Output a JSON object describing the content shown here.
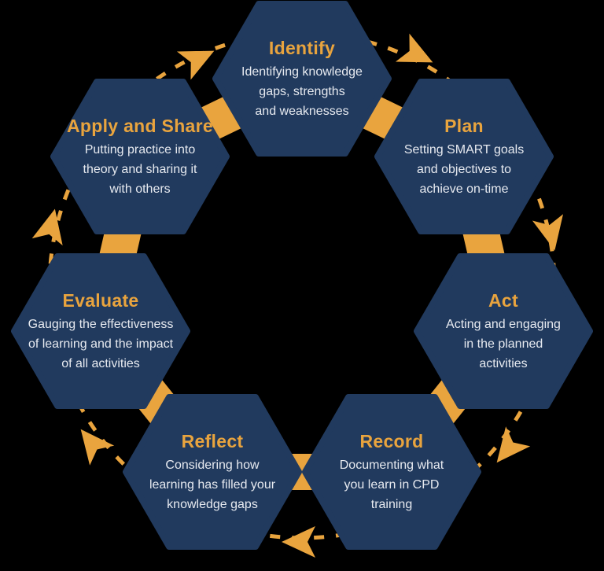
{
  "colors": {
    "hexagon_fill": "#213A5E",
    "accent_orange": "#E9A43E",
    "body_text": "#E7EAF0",
    "background": "#000000"
  },
  "cycle": {
    "direction": "clockwise",
    "arrow_count": 7,
    "icon": "cycle-arrow-icon"
  },
  "hexagons": [
    {
      "id": "identify",
      "title": "Identify",
      "lines": [
        "Identifying knowledge",
        "gaps, strengths",
        "and weaknesses"
      ]
    },
    {
      "id": "plan",
      "title": "Plan",
      "lines": [
        "Setting SMART goals",
        "and objectives to",
        "achieve on-time"
      ]
    },
    {
      "id": "act",
      "title": "Act",
      "lines": [
        "Acting and engaging",
        "in the planned",
        "activities"
      ]
    },
    {
      "id": "record",
      "title": "Record",
      "lines": [
        "Documenting what",
        "you learn in CPD",
        "training"
      ]
    },
    {
      "id": "reflect",
      "title": "Reflect",
      "lines": [
        "Considering how",
        "learning has filled your",
        "knowledge gaps"
      ]
    },
    {
      "id": "evaluate",
      "title": "Evaluate",
      "lines": [
        "Gauging the effectiveness",
        "of learning and the impact",
        "of all activities"
      ]
    },
    {
      "id": "apply_and_share",
      "title": "Apply and Share",
      "lines": [
        "Putting practice into",
        "theory and sharing it",
        "with others"
      ]
    }
  ]
}
